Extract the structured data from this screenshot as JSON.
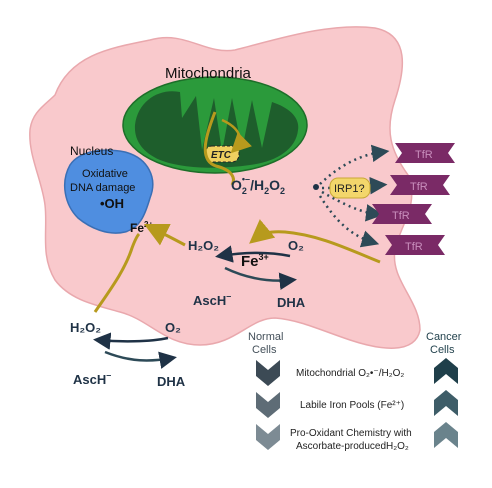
{
  "colors": {
    "cell_fill": "#f9c9cc",
    "cell_stroke": "#e9a8ad",
    "mito_outer": "#2b9a3b",
    "mito_inner": "#1e5e2c",
    "nucleus": "#4f8ee0",
    "arrow_gold": "#b79a1d",
    "dark_navy": "#1f3246",
    "teal_dark": "#2d4a57",
    "tfr_purple": "#7a2a66",
    "irp_fill": "#f3d66b",
    "etc_fill": "#f0d060",
    "normal_chevron": "#44505a",
    "cancer_chevron": "#1f3f4a"
  },
  "labels": {
    "mitochondria": "Mitochondria",
    "etc": "ETC",
    "nucleus": "Nucleus",
    "oxidative": "Oxidative",
    "dna_damage": "DNA damage",
    "oh_radical": "•OH",
    "fe2": "Fe",
    "fe2_sup": "2+",
    "ros_o2": "O",
    "ros_sup": "•–",
    "ros_sub": "2",
    "ros_h2o2": "/H",
    "ros_sub2": "2",
    "ros_o": "O",
    "ros_sub3": "2",
    "irp1": "IRP1?",
    "tfr": "TfR",
    "fe3": "Fe",
    "fe3_sup": "3+",
    "inner_h2o2": "H₂O₂",
    "inner_o2": "O₂",
    "inner_asch": "AscH",
    "inner_asch_sup": "–",
    "inner_dha": "DHA",
    "outer_h2o2": "H₂O₂",
    "outer_o2": "O₂",
    "outer_asch": "AscH",
    "outer_asch_sup": "–",
    "outer_dha": "DHA"
  },
  "legend": {
    "normal_header_1": "Normal",
    "normal_header_2": "Cells",
    "cancer_header_1": "Cancer",
    "cancer_header_2": "Cells",
    "row1": "Mitochondrial O₂•⁻/H₂O₂",
    "row2": "Labile Iron Pools (Fe²⁺)",
    "row3_line1": "Pro-Oxidant Chemistry with",
    "row3_line2": "Ascorbate-producedH₂O₂"
  }
}
